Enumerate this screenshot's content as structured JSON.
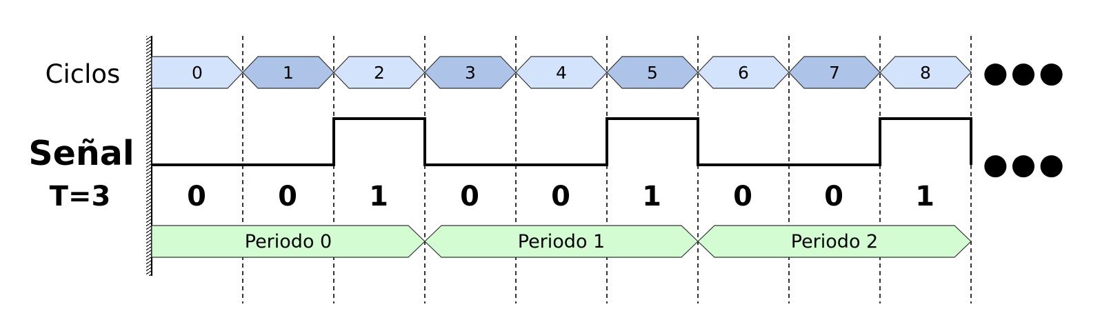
{
  "labels": {
    "cycles_row": "Ciclos",
    "signal_row": "Señal",
    "period_param": "T=3",
    "continuation": "●●●"
  },
  "cycles": [
    "0",
    "1",
    "2",
    "3",
    "4",
    "5",
    "6",
    "7",
    "8"
  ],
  "signal_values": [
    "0",
    "0",
    "1",
    "0",
    "0",
    "1",
    "0",
    "0",
    "1"
  ],
  "periods": [
    "Periodo 0",
    "Periodo 1",
    "Periodo 2"
  ],
  "colors": {
    "cycle_light": "#d3e3fb",
    "cycle_dark": "#adc3e8",
    "period_fill": "#d3fcd3",
    "signal_line": "#000000",
    "divider": "#000000"
  }
}
